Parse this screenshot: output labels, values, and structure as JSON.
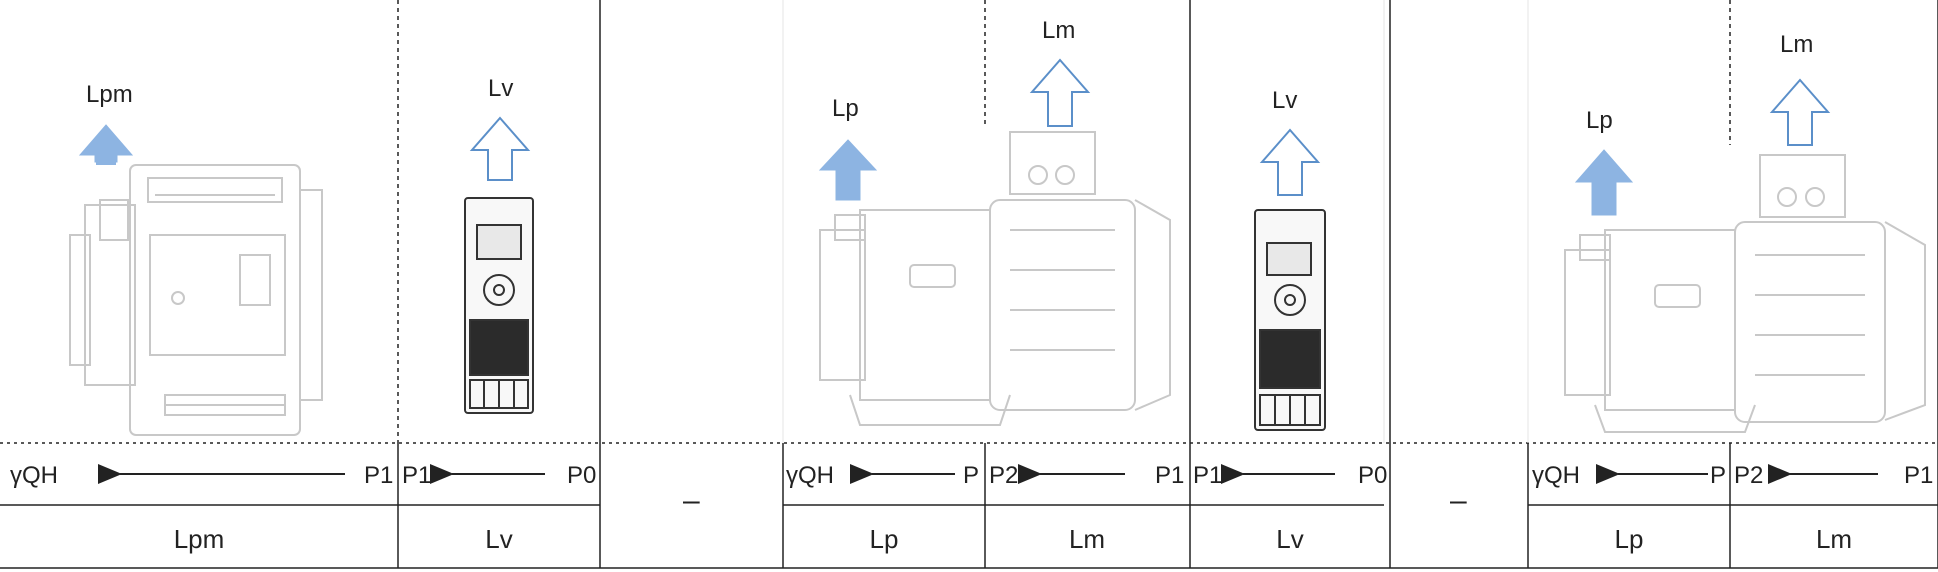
{
  "panels": [
    {
      "id": "pump-motor-combined",
      "header_arrow_label": "Lpm",
      "flow_from": "P1",
      "flow_to": "γQH",
      "bottom_label": "Lpm",
      "arrow_fill": "#8db4e2"
    },
    {
      "id": "inverter-1",
      "header_arrow_label": "Lv",
      "flow_from": "P0",
      "flow_to": "P1",
      "bottom_label": "Lv",
      "arrow_fill": "#ffffff"
    },
    {
      "id": "pump-1",
      "header_arrow_label": "Lp",
      "flow_from": "P",
      "flow_to": "γQH",
      "bottom_label": "Lp",
      "arrow_fill": "#8db4e2"
    },
    {
      "id": "motor-1",
      "header_arrow_label": "Lm",
      "flow_from": "P1",
      "flow_to": "P2",
      "bottom_label": "Lm",
      "arrow_fill": "#ffffff"
    },
    {
      "id": "inverter-2",
      "header_arrow_label": "Lv",
      "flow_from": "P0",
      "flow_to": "P1",
      "bottom_label": "Lv",
      "arrow_fill": "#ffffff"
    },
    {
      "id": "pump-2",
      "header_arrow_label": "Lp",
      "flow_from": "P",
      "flow_to": "γQH",
      "bottom_label": "Lp",
      "arrow_fill": "#8db4e2"
    },
    {
      "id": "motor-2",
      "header_arrow_label": "Lm",
      "flow_from": "P1",
      "flow_to": "P2",
      "bottom_label": "Lm",
      "arrow_fill": "#ffffff"
    }
  ],
  "separators": [
    "–",
    "–"
  ],
  "colors": {
    "loss_arrow_filled": "#8db4e2",
    "loss_arrow_outline": "#5b8fc9",
    "equipment_stroke": "#c8c8c8",
    "line": "#222222"
  }
}
